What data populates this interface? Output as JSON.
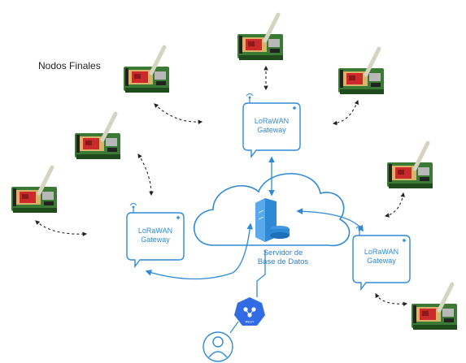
{
  "title": "Nodos Finales",
  "gateway_line1": "LoRaWAN",
  "gateway_line2": "Gateway",
  "server_line1": "Servidor de",
  "server_line2": "Base de Datos",
  "api_badge": "REST",
  "colors": {
    "accent": "#2f8ad6",
    "board_green": "#2f6b2a",
    "board_red": "#cc2a2a",
    "api_blue": "#326ce5"
  }
}
